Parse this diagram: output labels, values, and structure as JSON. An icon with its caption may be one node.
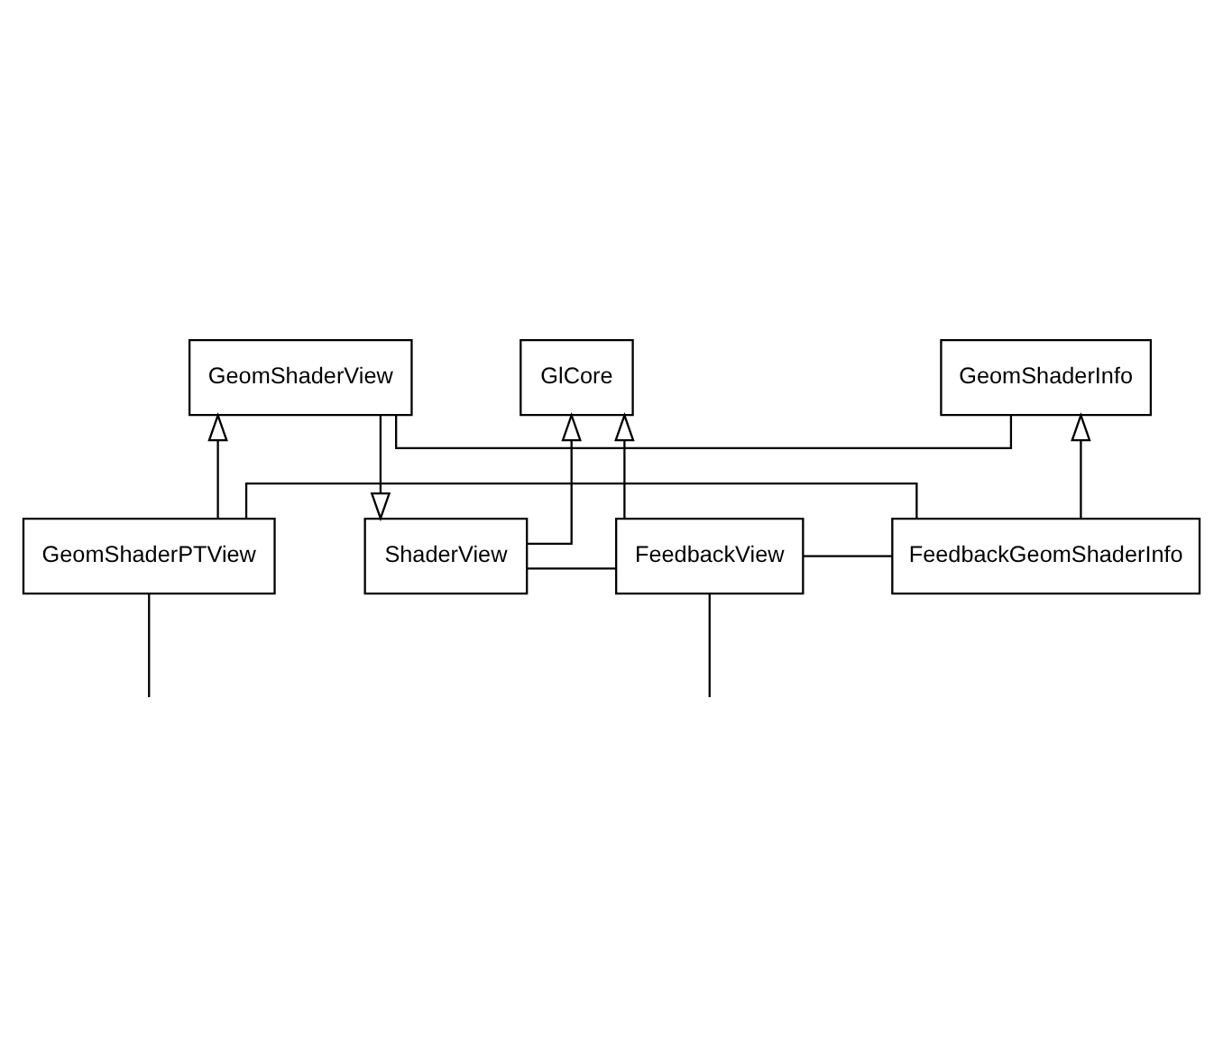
{
  "diagram": {
    "nodes": [
      {
        "text": [
          "GlCore"
        ]
      },
      {
        "text": [
          "ShaderView"
        ]
      },
      {
        "text": [
          "FeedbackView"
        ]
      },
      {
        "text": [
          "GeomShaderView"
        ]
      },
      {
        "text": [
          "GeomShaderInfo"
        ]
      },
      {
        "text": [
          "GeomShaderPTView"
        ]
      },
      {
        "text": [
          "FeedbackGeomShaderInfo"
        ]
      }
    ],
    "edges": [
      {
        "from": 1,
        "to": 0,
        "arrow": "to"
      },
      {
        "from": 2,
        "to": 0,
        "arrow": "to"
      },
      {
        "from": 1,
        "to": 2,
        "arrow": "none"
      },
      {
        "from": 3,
        "to": 1,
        "arrow": "to"
      },
      {
        "from": 3,
        "to": 4,
        "arrow": "none"
      },
      {
        "from": 5,
        "to": 3,
        "arrow": "to"
      },
      {
        "from": 6,
        "to": 4,
        "arrow": "to"
      },
      {
        "from": 5,
        "to": 6,
        "arrow": "none"
      },
      {
        "from": 2,
        "to": 6,
        "arrow": "none"
      },
      {
        "from": 2,
        "to": null,
        "arrow": "none"
      },
      {
        "from": 5,
        "to": null,
        "arrow": "none"
      }
    ]
  }
}
